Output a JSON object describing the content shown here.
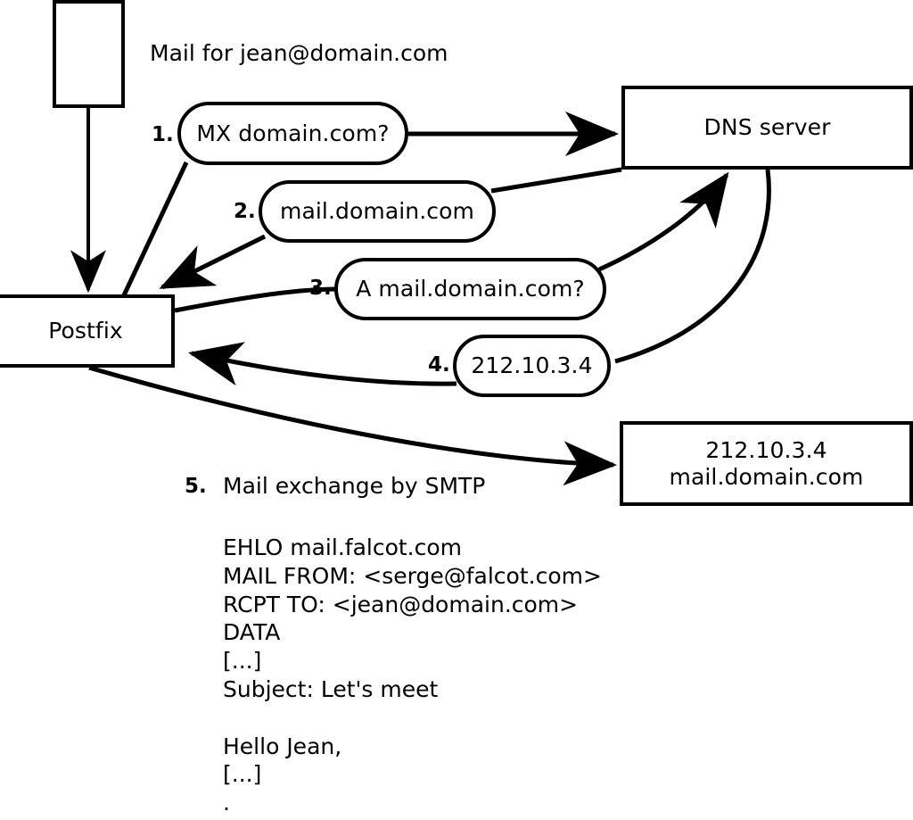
{
  "diagram": {
    "title_note": "Mail for jean@domain.com",
    "nodes": {
      "sender_box": {
        "label": ""
      },
      "postfix": {
        "label": "Postfix"
      },
      "dns_server": {
        "label": "DNS server"
      },
      "mail_server": {
        "label": "212.10.3.4\nmail.domain.com"
      }
    },
    "steps": [
      {
        "num": "1.",
        "label": "MX domain.com?"
      },
      {
        "num": "2.",
        "label": "mail.domain.com"
      },
      {
        "num": "3.",
        "label": "A mail.domain.com?"
      },
      {
        "num": "4.",
        "label": "212.10.3.4"
      },
      {
        "num": "5.",
        "label": "Mail exchange by SMTP"
      }
    ],
    "smtp_transcript": "EHLO mail.falcot.com\nMAIL FROM: <serge@falcot.com>\nRCPT TO: <jean@domain.com>\nDATA\n[...]\nSubject: Let's meet\n\nHello Jean,\n[...]\n.",
    "colors": {
      "stroke": "#000000",
      "fill": "#ffffff",
      "text": "#000000"
    }
  }
}
